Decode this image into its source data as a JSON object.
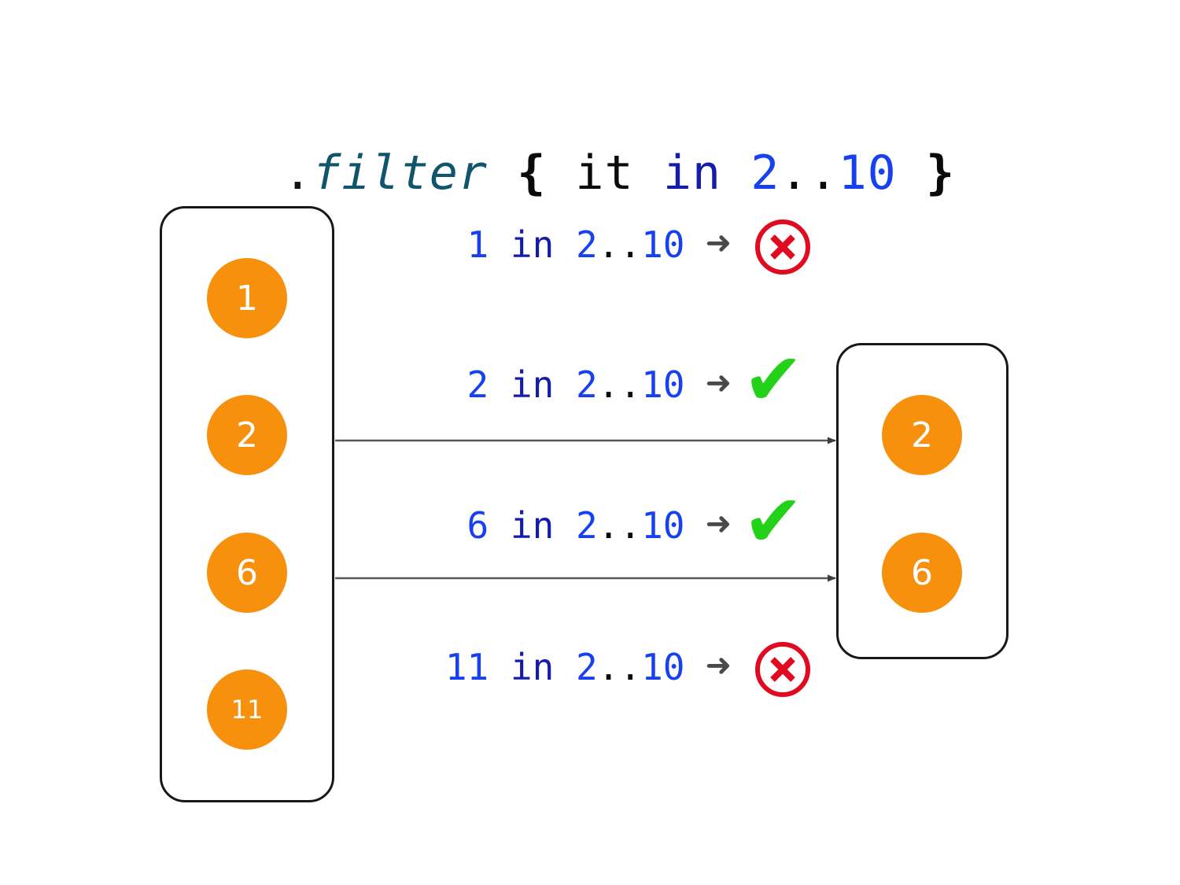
{
  "header": {
    "tokens": [
      {
        "text": ".",
        "kind": "dot-black"
      },
      {
        "text": "filter",
        "kind": "fn"
      },
      {
        "text": " ",
        "kind": "plain"
      },
      {
        "text": "{",
        "kind": "brace"
      },
      {
        "text": " it ",
        "kind": "plain"
      },
      {
        "text": "in",
        "kind": "kw"
      },
      {
        "text": " ",
        "kind": "plain"
      },
      {
        "text": "2",
        "kind": "num"
      },
      {
        "text": "..",
        "kind": "range-dots"
      },
      {
        "text": "10",
        "kind": "num"
      },
      {
        "text": " ",
        "kind": "plain"
      },
      {
        "text": "}",
        "kind": "brace"
      }
    ],
    "plain_text": ".filter { it in 2..10 }",
    "function_name": "filter",
    "predicate": "it in 2..10"
  },
  "source_list": {
    "label": "source-collection",
    "items": [
      {
        "value": "1"
      },
      {
        "value": "2"
      },
      {
        "value": "6"
      },
      {
        "value": "11"
      }
    ]
  },
  "result_list": {
    "label": "filtered-collection",
    "items": [
      {
        "value": "2"
      },
      {
        "value": "6"
      }
    ]
  },
  "evaluations": [
    {
      "subject": "1",
      "operator": "in",
      "range_start": "2",
      "range_dots": "..",
      "range_end": "10",
      "arrow": "➜",
      "result": "false",
      "mark": "cross-circle-icon",
      "expression": "1 in 2..10"
    },
    {
      "subject": "2",
      "operator": "in",
      "range_start": "2",
      "range_dots": "..",
      "range_end": "10",
      "arrow": "➜",
      "result": "true",
      "mark": "check-icon",
      "expression": "2 in 2..10"
    },
    {
      "subject": "6",
      "operator": "in",
      "range_start": "2",
      "range_dots": "..",
      "range_end": "10",
      "arrow": "➜",
      "result": "true",
      "mark": "check-icon",
      "expression": "6 in 2..10"
    },
    {
      "subject": "11",
      "operator": "in",
      "range_start": "2",
      "range_dots": "..",
      "range_end": "10",
      "arrow": "➜",
      "result": "false",
      "mark": "cross-circle-icon",
      "expression": "11 in 2..10"
    }
  ],
  "check_glyph": "✔",
  "colors": {
    "bubble_fill": "#f7900d",
    "bubble_text": "#ffffff",
    "box_border": "#181818",
    "number_blue": "#1741f0",
    "keyword_blue": "#151cab",
    "function_teal": "#10556b",
    "check_green": "#23d218",
    "cross_red": "#e00b20",
    "arrow_gray": "#4a4a4a",
    "connector_gray": "#595959",
    "background": "#ffffff"
  }
}
